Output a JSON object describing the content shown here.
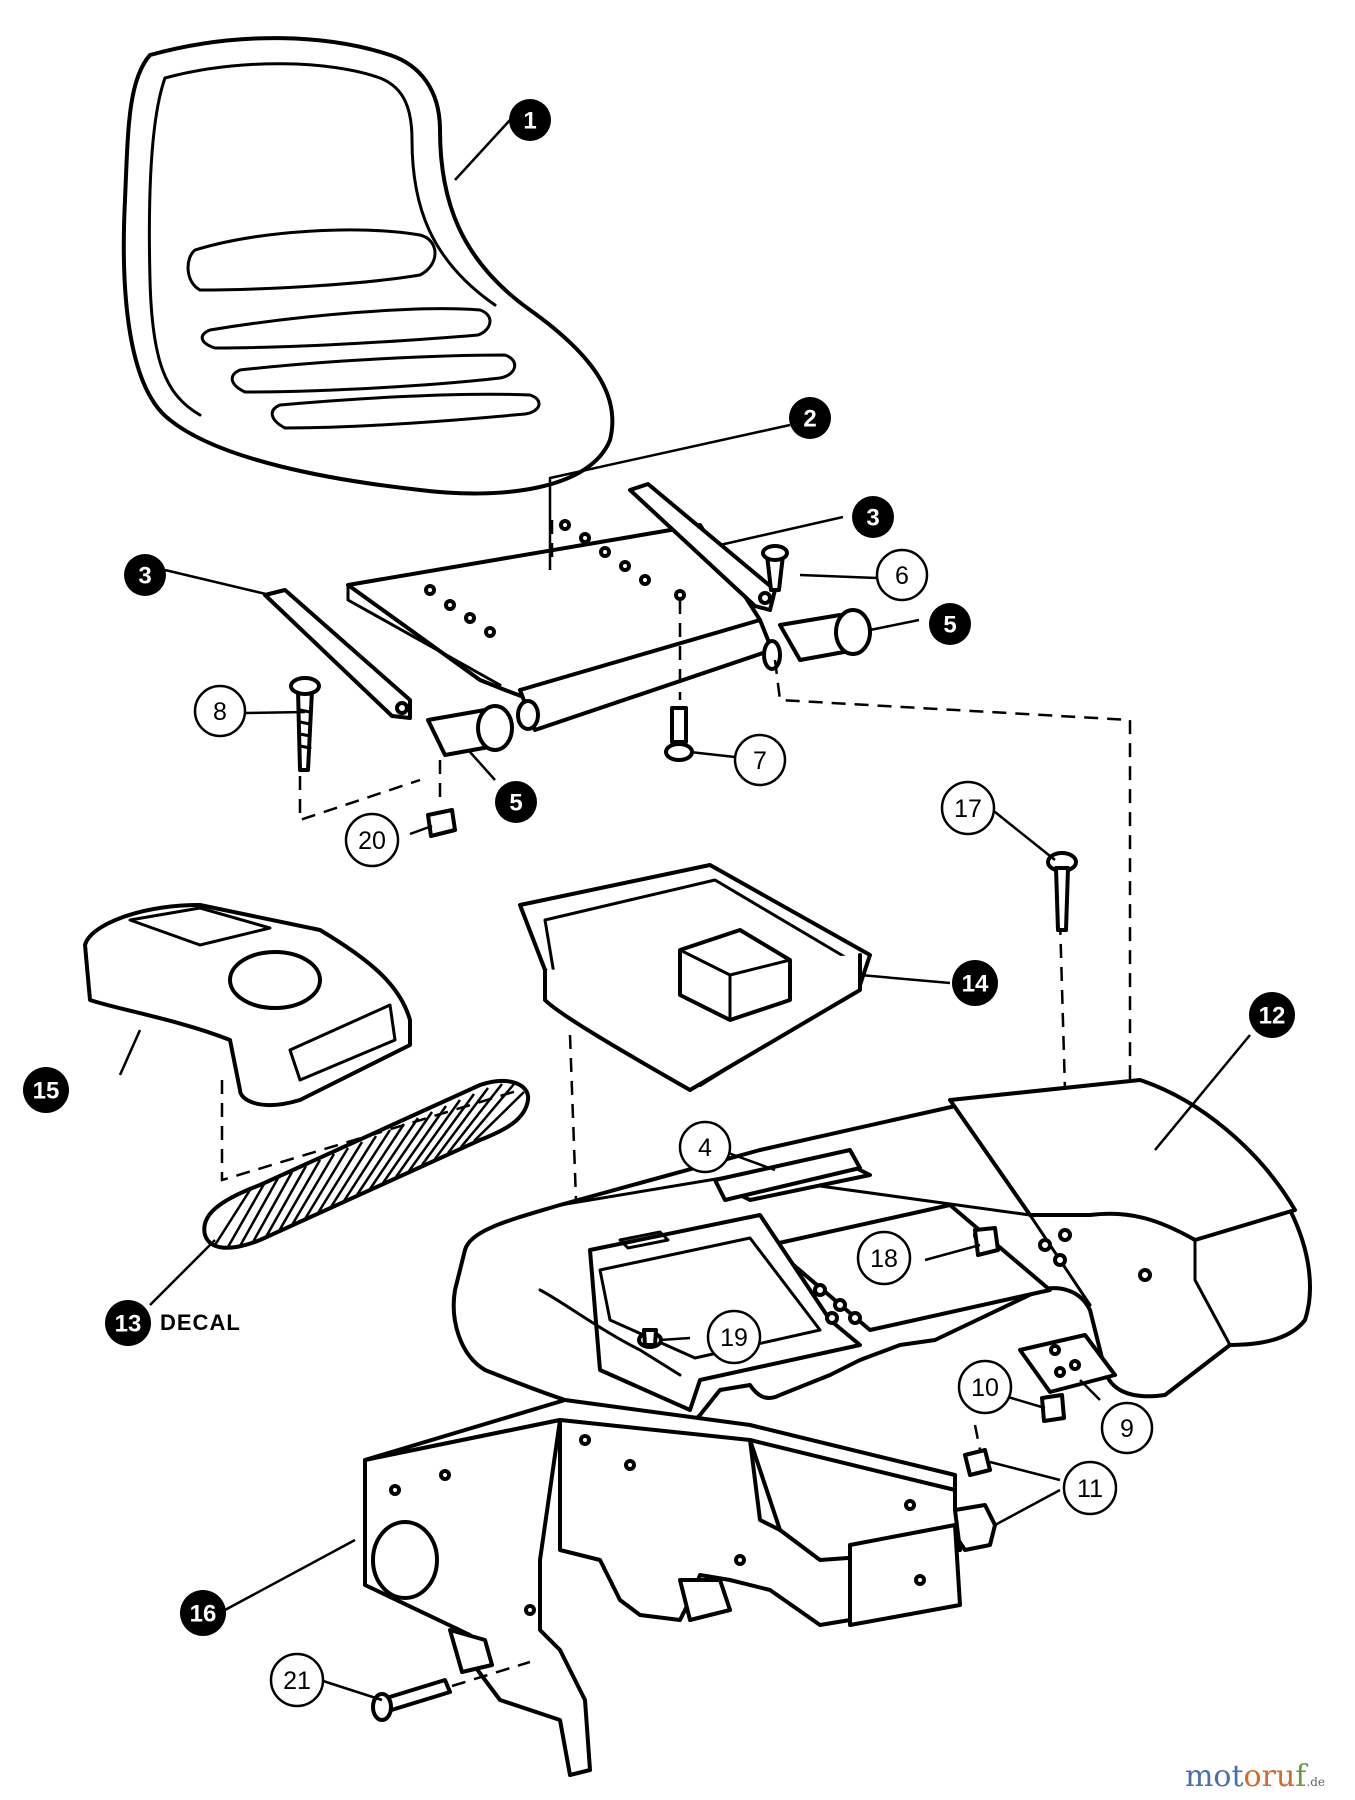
{
  "callouts": {
    "c1": "1",
    "c2": "2",
    "c3a": "3",
    "c3b": "3",
    "c4": "4",
    "c5a": "5",
    "c5b": "5",
    "c6": "6",
    "c7": "7",
    "c8": "8",
    "c9": "9",
    "c10": "10",
    "c11": "11",
    "c12": "12",
    "c13": "13",
    "c14": "14",
    "c15": "15",
    "c16": "16",
    "c17": "17",
    "c18": "18",
    "c19": "19",
    "c20": "20",
    "c21": "21"
  },
  "decal_label": "DECAL",
  "watermark": {
    "p1": "mot",
    "p2": "oru",
    "p3": "f",
    "tld": ".de"
  }
}
